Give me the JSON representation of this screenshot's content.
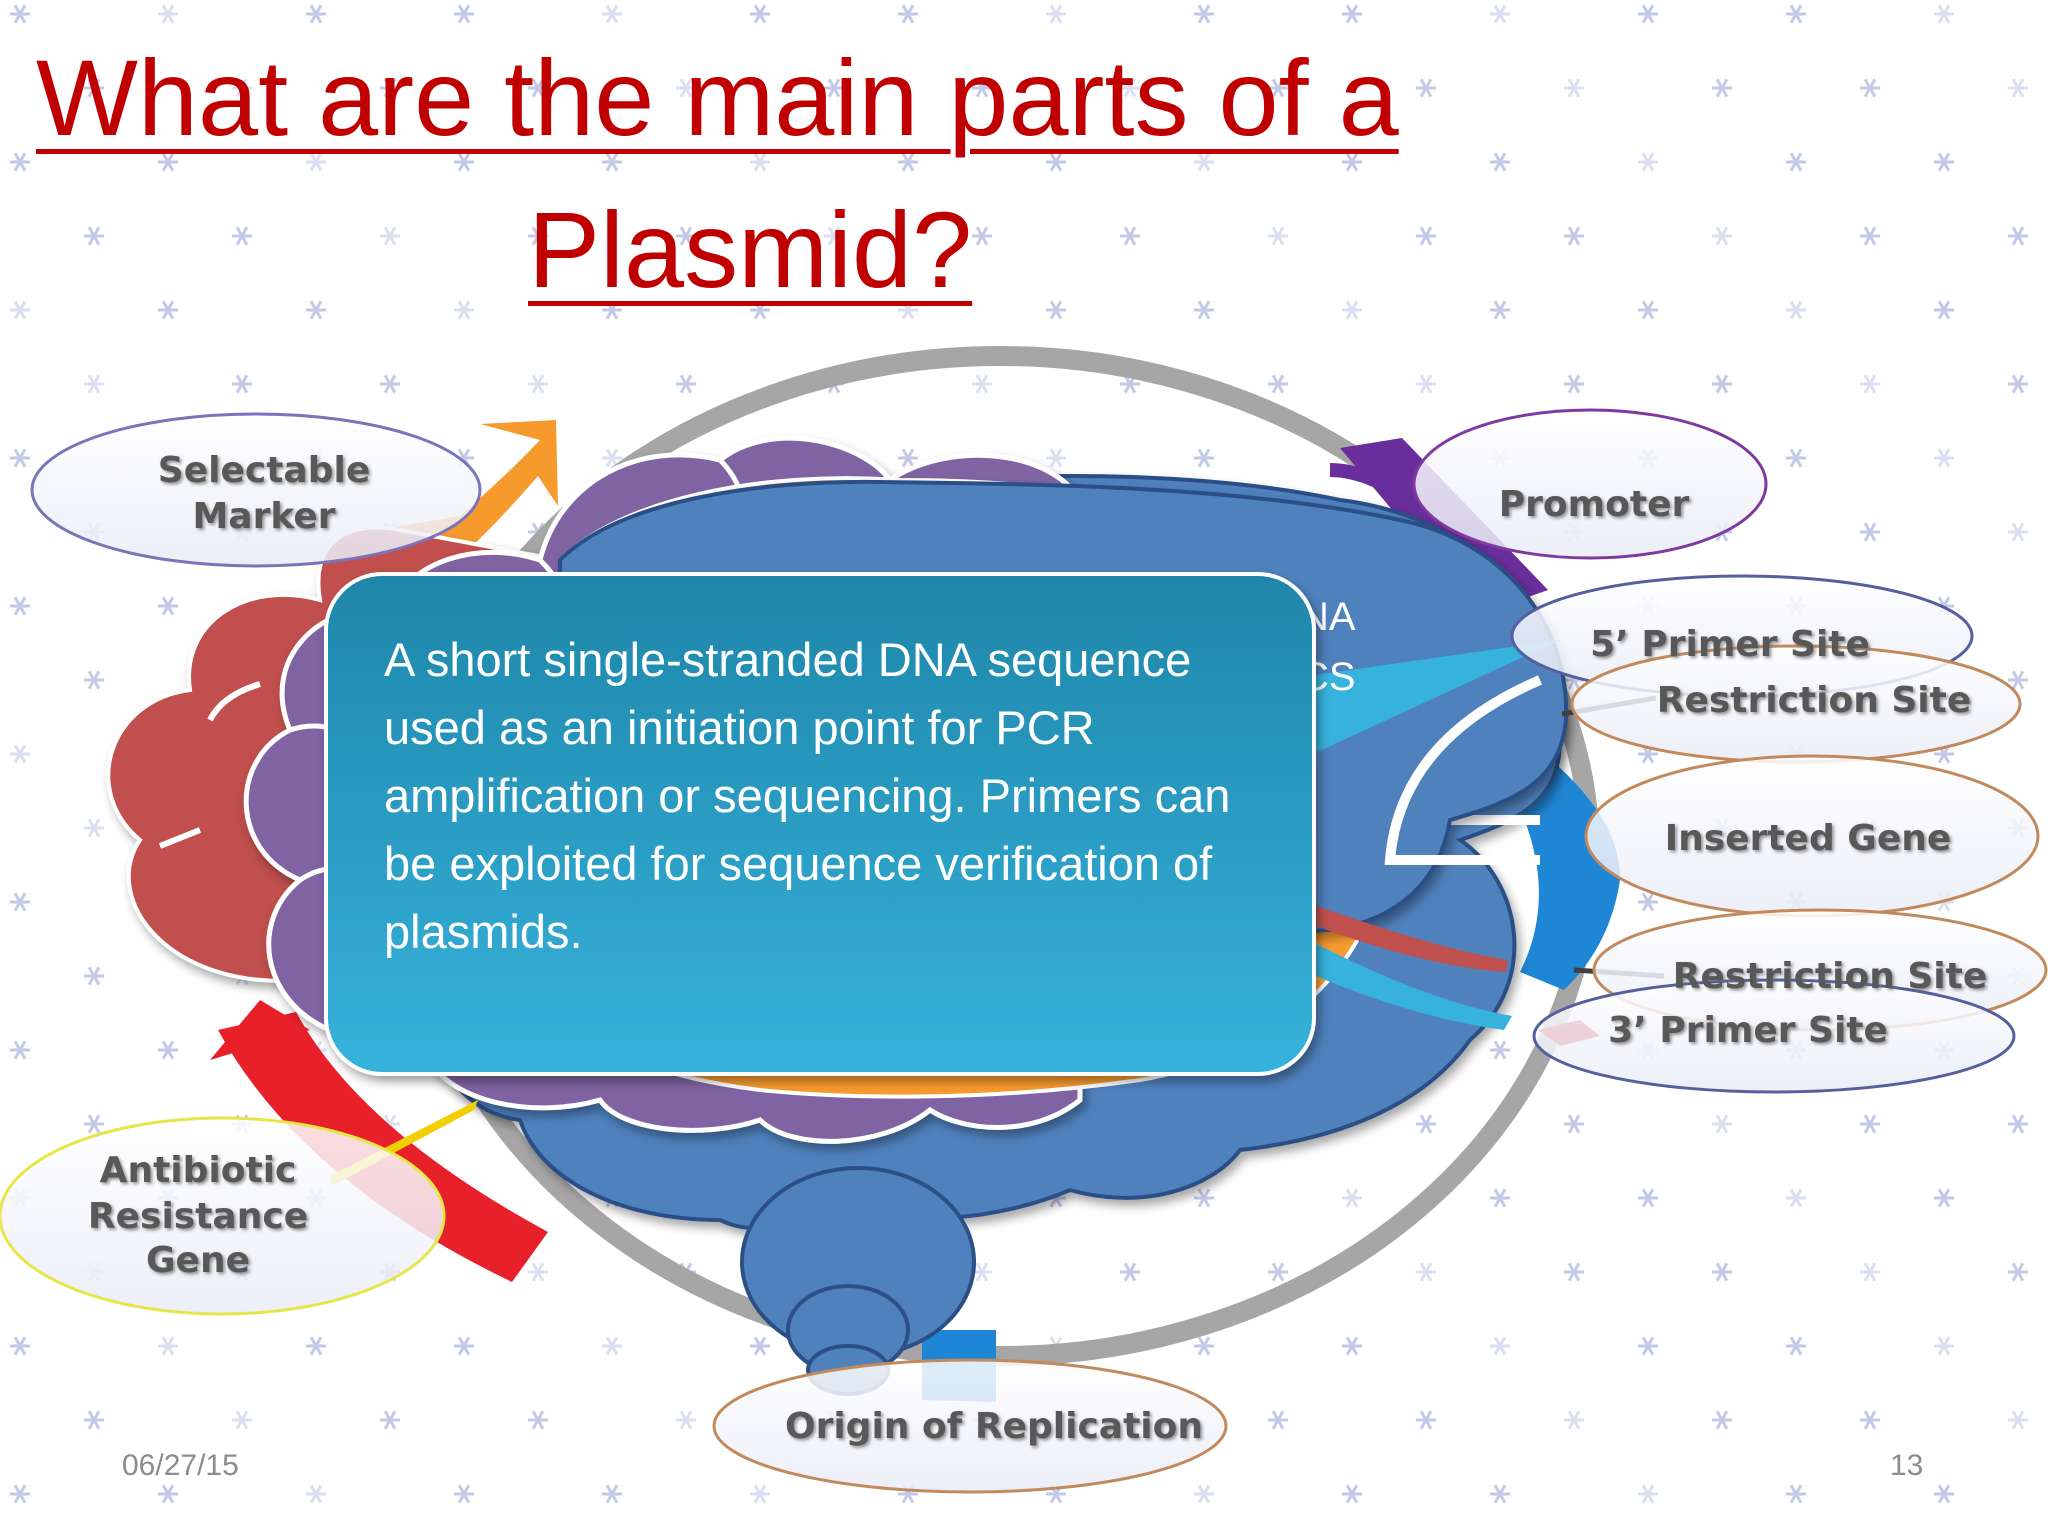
{
  "slide": {
    "title_line1": "What are the main parts of a",
    "title_line2": "Plasmid?",
    "date": "06/27/15",
    "page_number": "13"
  },
  "callout": {
    "text": "A short single-stranded DNA sequence used as an initiation point for PCR amplification or sequencing. Primers can be exploited for sequence verification of plasmids.",
    "partial_hidden_text_1": "NA",
    "partial_hidden_text_2": "CS"
  },
  "labels": {
    "selectable_marker": [
      "Selectable",
      "Marker"
    ],
    "promoter": "Promoter",
    "primer_5": "5’ Primer Site",
    "restriction_site_top": "Restriction Site",
    "inserted_gene": "Inserted Gene",
    "restriction_site_bottom": "Restriction Site",
    "primer_3": "3’ Primer Site",
    "antibiotic_resistance": [
      "Antibiotic",
      "Resistance",
      "Gene"
    ],
    "origin_of_replication": "Origin of Replication"
  },
  "colors": {
    "title": "#c00000",
    "ring": "#a6a6a6",
    "orange_marker": "#f79a2e",
    "purple_promoter": "#6a2e9c",
    "blue_insert": "#1f86d6",
    "red_resistance": "#e8202a",
    "dark_red_cloud": "#c0504d",
    "purple_cloud": "#8064a2",
    "blue_cloud": "#4f81bd",
    "teal_callout": "#2aa3c6",
    "snowflake": "#9ba6d8"
  },
  "icons": {
    "background_pattern": "snowflake-icon"
  }
}
